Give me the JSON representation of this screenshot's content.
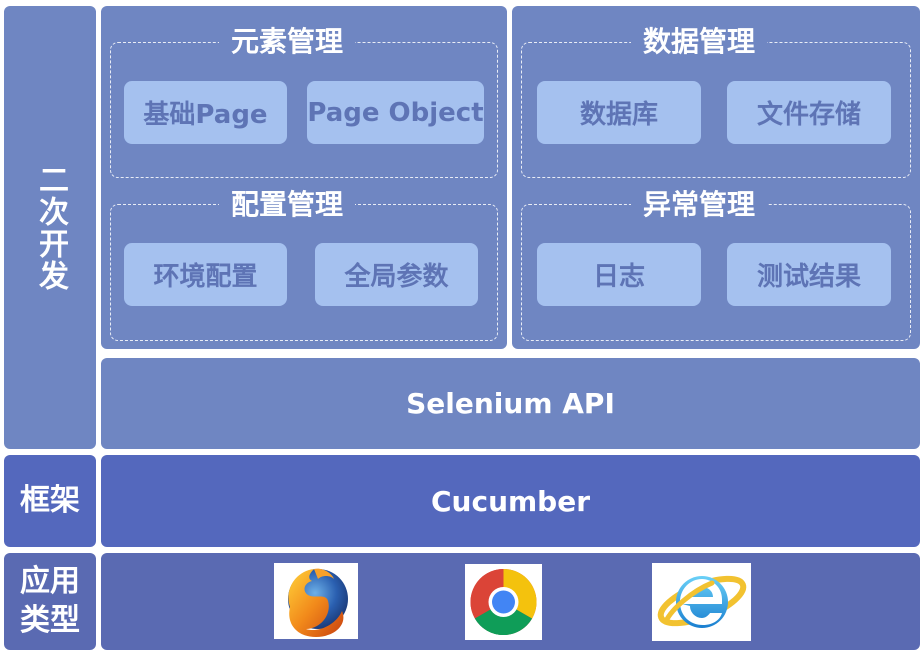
{
  "layers": {
    "secondary_dev": "二次开发",
    "framework": "框架",
    "app_type": "应用类型"
  },
  "element_mgmt": {
    "title": "元素管理",
    "items": [
      "基础Page",
      "Page Object"
    ]
  },
  "data_mgmt": {
    "title": "数据管理",
    "items": [
      "数据库",
      "文件存储"
    ]
  },
  "config_mgmt": {
    "title": "配置管理",
    "items": [
      "环境配置",
      "全局参数"
    ]
  },
  "exception_mgmt": {
    "title": "异常管理",
    "items": [
      "日志",
      "测试结果"
    ]
  },
  "selenium": "Selenium API",
  "cucumber": "Cucumber",
  "browsers": [
    {
      "icon": "firefox-icon"
    },
    {
      "icon": "chrome-icon"
    },
    {
      "icon": "ie-icon"
    }
  ],
  "colors": {
    "panel": "#6f86c2",
    "framework_band": "#5468bd",
    "app_band": "#5a6ab2",
    "pill": "#a5c1ef",
    "pill_text": "#5e74b5"
  }
}
